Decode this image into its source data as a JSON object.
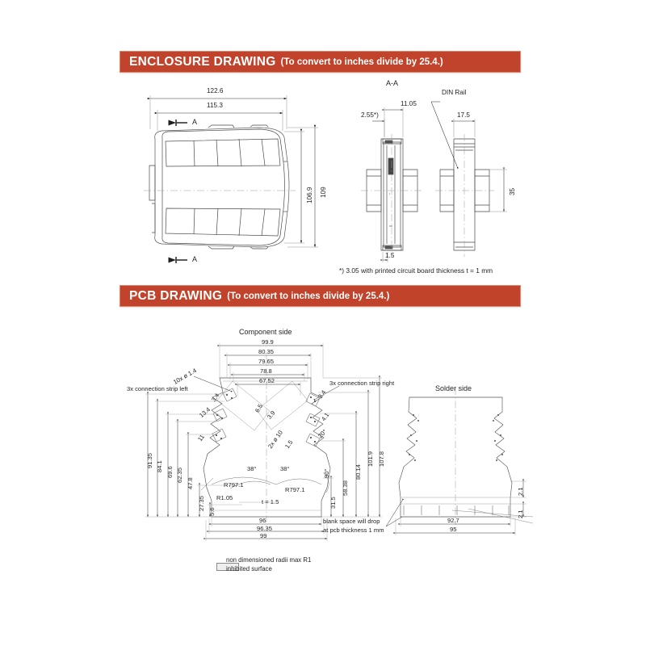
{
  "page": {
    "accent_color": "#c1432b",
    "accent_border": "#d9876f",
    "ink": "#231f20"
  },
  "sections": [
    {
      "id": "enclosure",
      "title": "ENCLOSURE DRAWING",
      "subtitle": "(To convert to inches divide by 25.4.)"
    },
    {
      "id": "pcb",
      "title": "PCB DRAWING",
      "subtitle": "(To convert to inches divide by 25.4.)"
    }
  ],
  "enclosure": {
    "front_view": {
      "dims": {
        "overall_width": "122.6",
        "inner_width": "115.3",
        "overall_height": "109",
        "inner_height": "106.9"
      },
      "section_marks": [
        "A",
        "A"
      ]
    },
    "section_view": {
      "label": "A-A",
      "dims": {
        "pcb_slot": "2.55*)",
        "depth": "11.05",
        "wall": "1.5"
      }
    },
    "din_view": {
      "callout": "DIN Rail",
      "dims": {
        "depth": "17.5",
        "rail_height": "35"
      }
    },
    "footnote": "*) 3.05 with printed circuit board thickness t = 1 mm"
  },
  "pcb": {
    "component_side": {
      "title": "Component side",
      "top_dims": [
        "99.9",
        "80.35",
        "79.65",
        "78.8",
        "67.52"
      ],
      "left_dims": [
        "91.35",
        "84.1",
        "69.6",
        "62.35",
        "47.8",
        "27.35",
        "5.6"
      ],
      "right_dims": [
        "107.8",
        "101.9",
        "80.14",
        "58.38",
        "31.5"
      ],
      "bottom_dims": [
        "96",
        "96.35",
        "99"
      ],
      "angles": [
        "38°",
        "38°",
        "90°",
        "20°"
      ],
      "radii": [
        "R797.1",
        "R797.1",
        "R1.05"
      ],
      "hole_note": "10x ø 1.4",
      "slot_note": "2x ø 10",
      "thickness": "t =  1.5",
      "small_dims": [
        "13.4",
        "11",
        "6.5",
        "3.9",
        "4.1",
        "1.5",
        "3.4",
        "3.4"
      ],
      "callout_left": "3x connection strip left",
      "callout_right": "3x connection strip right",
      "drop_note_line1": "blank space will drop",
      "drop_note_line2": "at pcb thickness 1 mm"
    },
    "solder_side": {
      "title": "Solder side",
      "dims": [
        "92.7",
        "95",
        "2.1",
        "2.1"
      ]
    },
    "legend": {
      "line1": "non dimensioned radii max R1",
      "line2": "inhibited surface"
    }
  }
}
